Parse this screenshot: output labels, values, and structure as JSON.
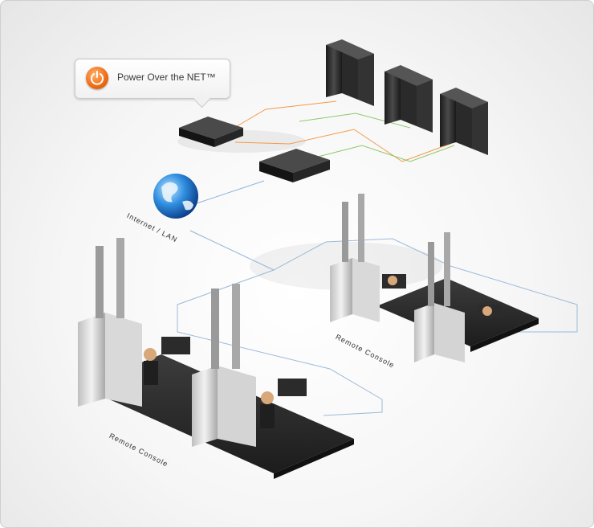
{
  "callout": {
    "text": "Power Over the NET™",
    "icon": "power-icon"
  },
  "labels": {
    "network": "Internet / LAN",
    "remote_console_1": "Remote Console",
    "remote_console_2": "Remote Console"
  },
  "colors": {
    "orange_link": "#f39a4a",
    "green_link": "#8fc86a",
    "blue_link": "#8fb3d6"
  }
}
